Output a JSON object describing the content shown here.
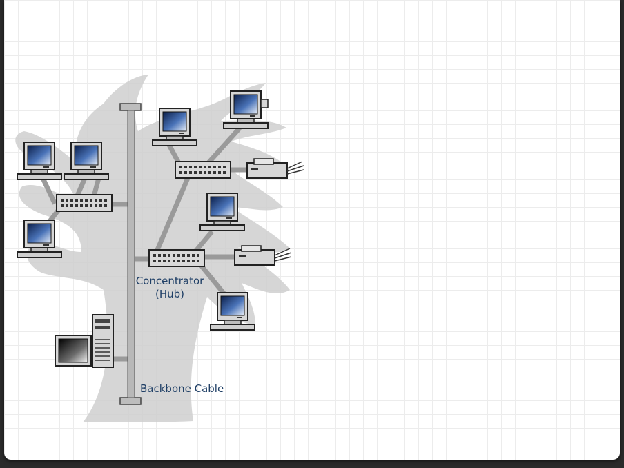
{
  "diagram": {
    "labels": {
      "concentrator_line1": "Concentrator",
      "concentrator_line2": "(Hub)",
      "backbone": "Backbone Cable"
    },
    "colors": {
      "tree_silhouette": "#cfcfcf",
      "cable": "#9a9a9a",
      "label": "#1f3f66",
      "device_body": "#d6d6d6",
      "screen": "#1b3a6b"
    },
    "icons": [
      "computer-icon",
      "hub-icon",
      "printer-icon",
      "tower-computer-icon"
    ]
  }
}
